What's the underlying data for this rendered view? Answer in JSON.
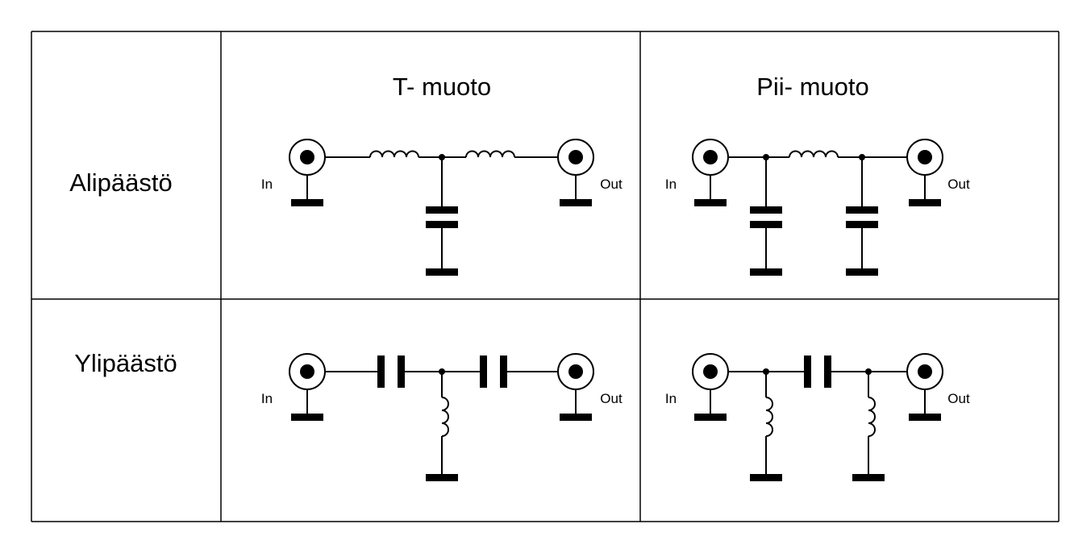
{
  "table": {
    "headers": {
      "t_form": "T- muoto",
      "pi_form": "Pii- muoto"
    },
    "rows": {
      "lowpass": "Alipäästö",
      "highpass": "Ylipäästö"
    }
  },
  "ports": {
    "input": "In",
    "output": "Out"
  },
  "circuits": [
    {
      "id": "lowpass-t",
      "filter": "lowpass",
      "topology": "T",
      "series": [
        "inductor",
        "inductor"
      ],
      "shunt": [
        "capacitor"
      ]
    },
    {
      "id": "lowpass-pi",
      "filter": "lowpass",
      "topology": "Pi",
      "series": [
        "inductor"
      ],
      "shunt": [
        "capacitor",
        "capacitor"
      ]
    },
    {
      "id": "highpass-t",
      "filter": "highpass",
      "topology": "T",
      "series": [
        "capacitor",
        "capacitor"
      ],
      "shunt": [
        "inductor"
      ]
    },
    {
      "id": "highpass-pi",
      "filter": "highpass",
      "topology": "Pi",
      "series": [
        "capacitor"
      ],
      "shunt": [
        "inductor",
        "inductor"
      ]
    }
  ],
  "colors": {
    "line": "#000000",
    "background": "#ffffff"
  },
  "icons": {
    "connector": "coax-connector-icon",
    "ground": "ground-icon"
  }
}
